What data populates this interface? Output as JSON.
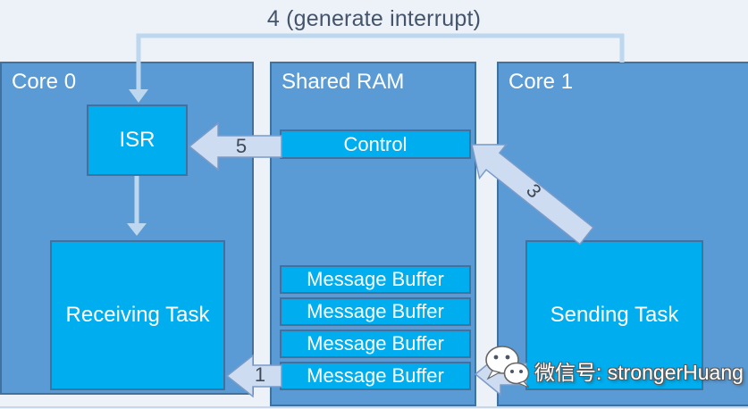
{
  "title": "4 (generate interrupt)",
  "regions": {
    "core0": "Core 0",
    "shared_ram": "Shared RAM",
    "core1": "Core 1"
  },
  "nodes": {
    "isr": "ISR",
    "control": "Control",
    "receiving_task": "Receiving Task",
    "sending_task": "Sending Task",
    "message_buffers": [
      "Message Buffer",
      "Message Buffer",
      "Message Buffer",
      "Message Buffer"
    ]
  },
  "arrows": {
    "step5": "5",
    "step3": "3",
    "step1": "1"
  },
  "watermark": {
    "icon": "wechat-icon",
    "text": "微信号: strongerHuang"
  },
  "colors": {
    "background": "#EDF1F8",
    "core_box": "#5B9BD5",
    "inner_box": "#00AEEF",
    "box_border": "#41719C",
    "connector": "#BDD7EE",
    "block_arrow_fill": "#CEDCF1",
    "block_arrow_border": "#7A9BC8",
    "title_text": "#44546A",
    "box_text": "#FFFFFF"
  }
}
